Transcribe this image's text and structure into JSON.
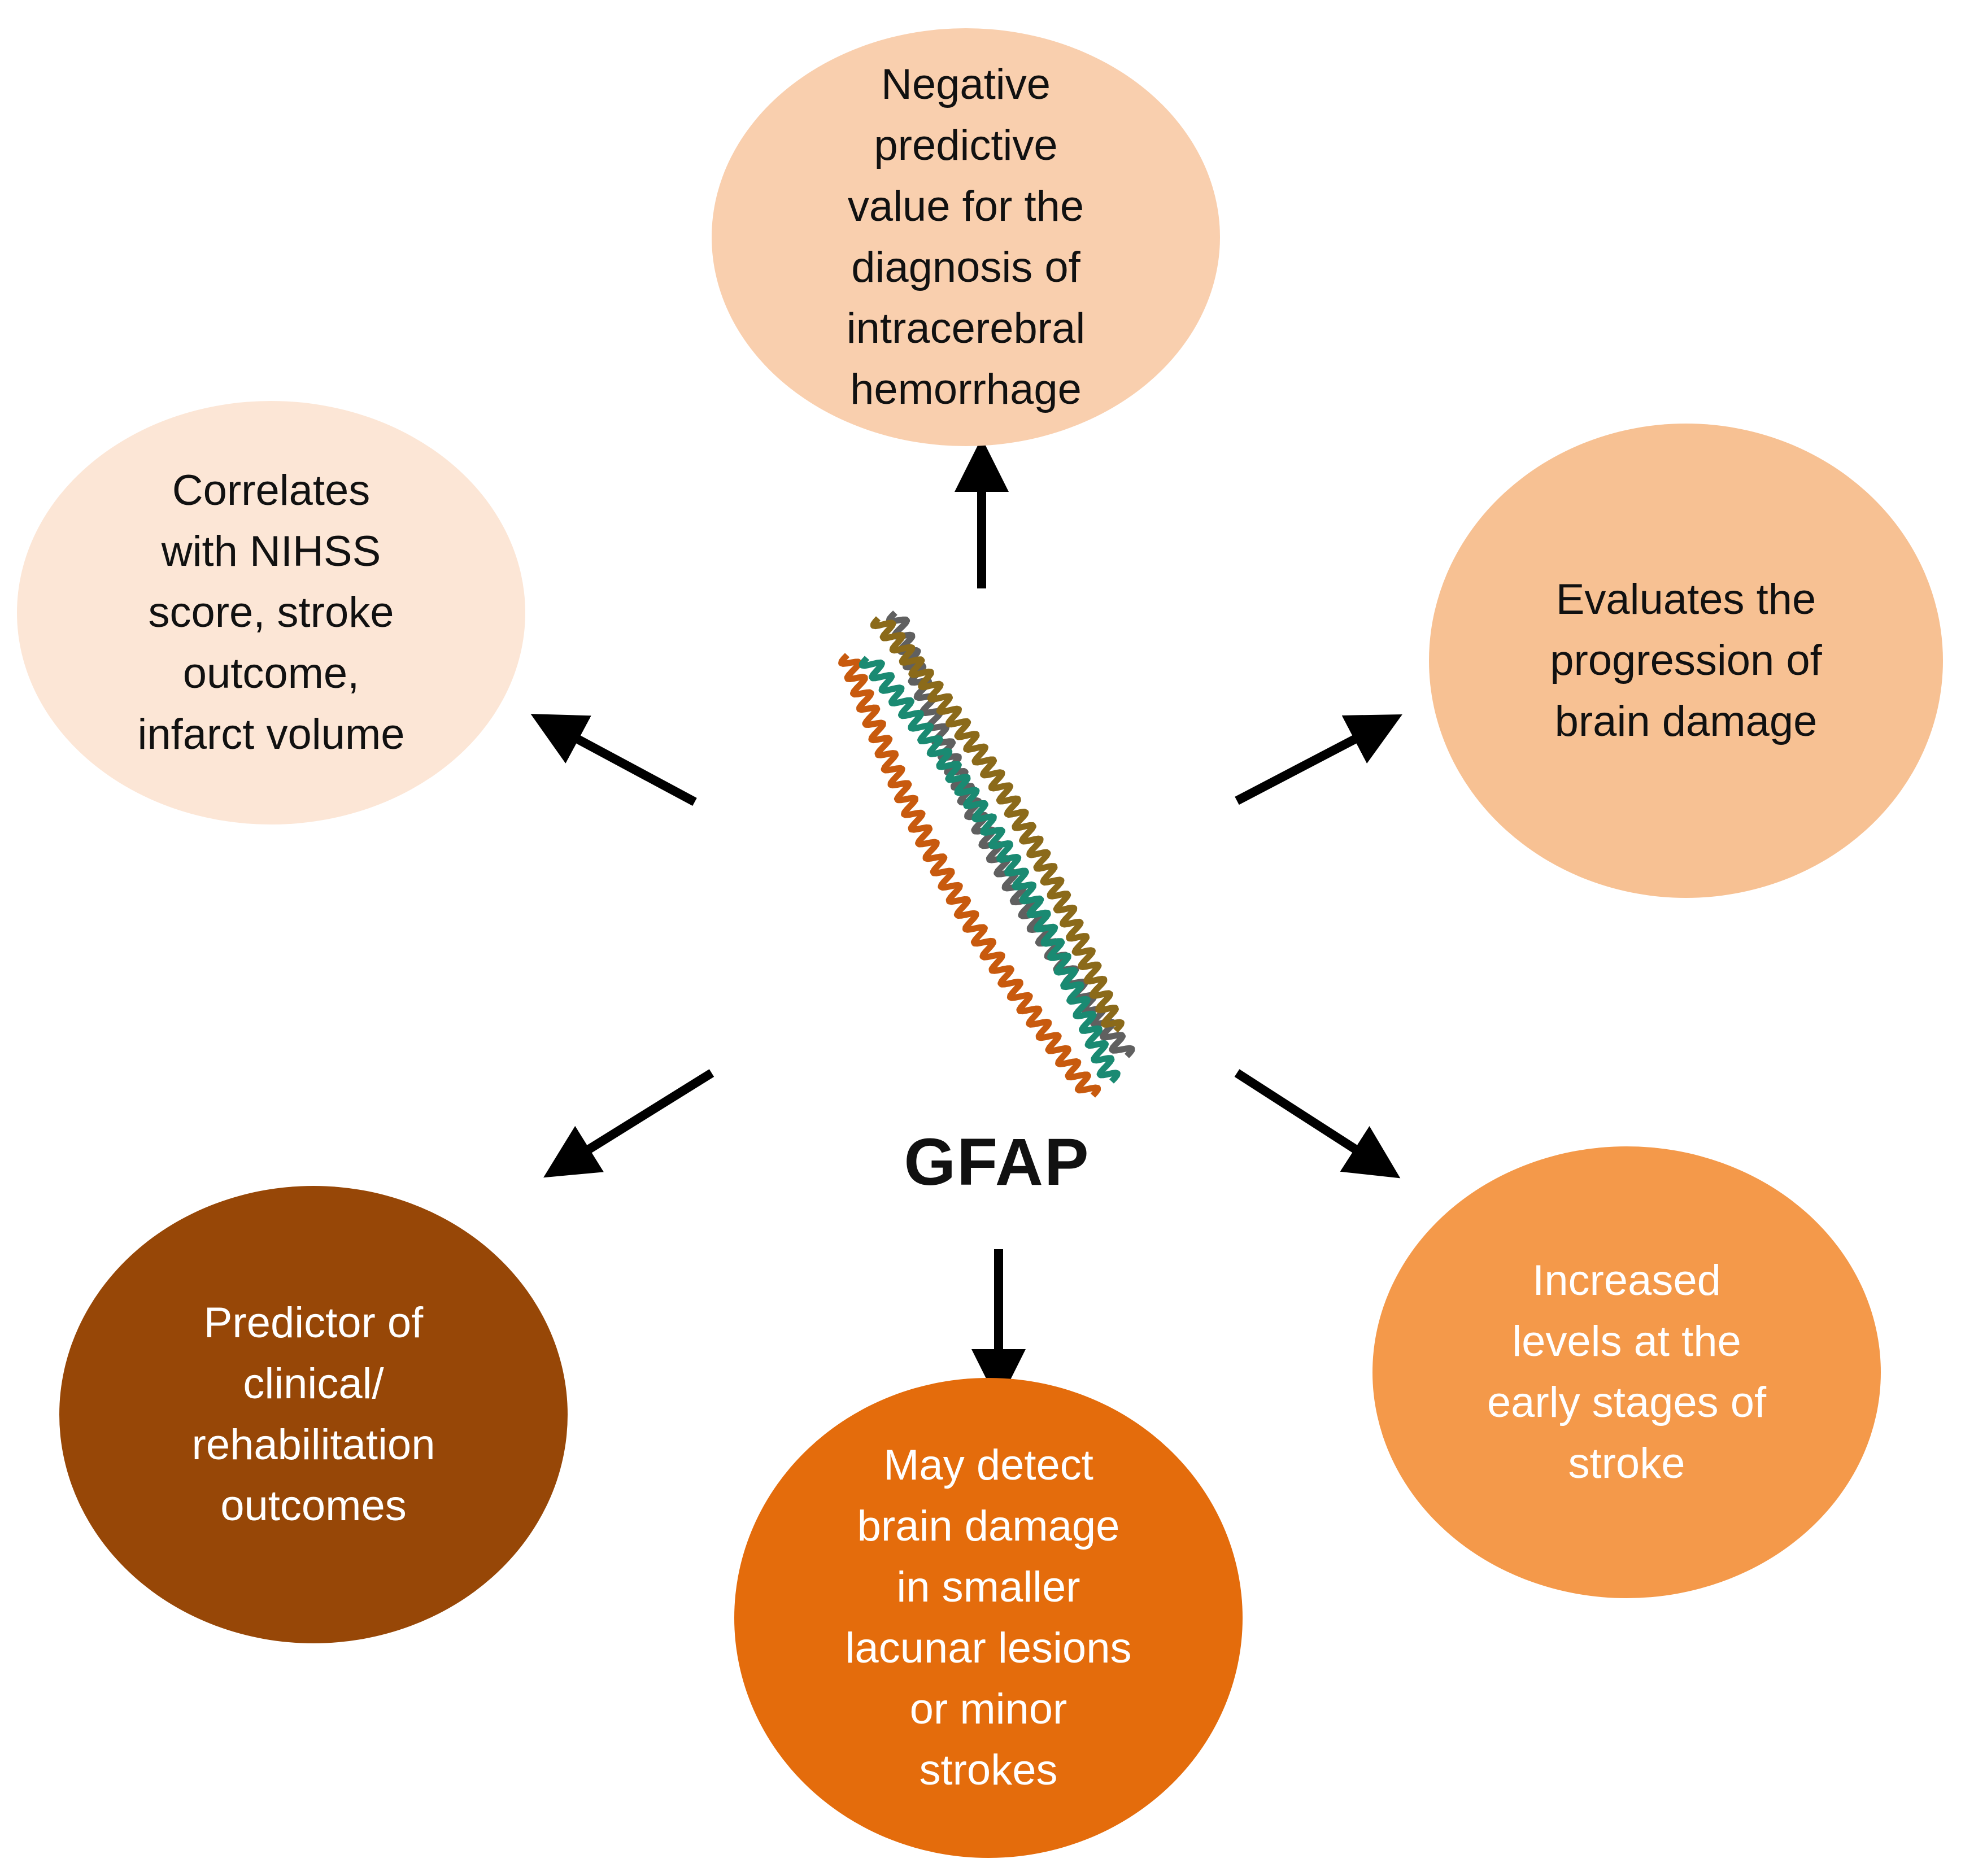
{
  "center": {
    "label": "GFAP"
  },
  "nodes": {
    "top": {
      "text": "Negative\npredictive\nvalue for the\ndiagnosis of\nintracerebral\nhemorrhage",
      "color": "#f9cfae"
    },
    "upper_left": {
      "text": "Correlates\nwith NIHSS\nscore, stroke\noutcome,\ninfarct volume",
      "color": "#fce6d6"
    },
    "upper_right": {
      "text": "Evaluates the\nprogression of\nbrain damage",
      "color": "#f7c193"
    },
    "lower_right": {
      "text": "Increased\nlevels at the\nearly stages of\nstroke",
      "color": "#f4994a"
    },
    "bottom": {
      "text": "May detect\nbrain damage\nin smaller\nlacunar lesions\nor minor\nstrokes",
      "color": "#e46c0c"
    },
    "lower_left": {
      "text": "Predictor of\nclinical/\nrehabilitation\noutcomes",
      "color": "#974707"
    }
  },
  "protein_helix_colors": [
    "#606060",
    "#8b6a1a",
    "#c85a0e",
    "#1a8a72"
  ]
}
